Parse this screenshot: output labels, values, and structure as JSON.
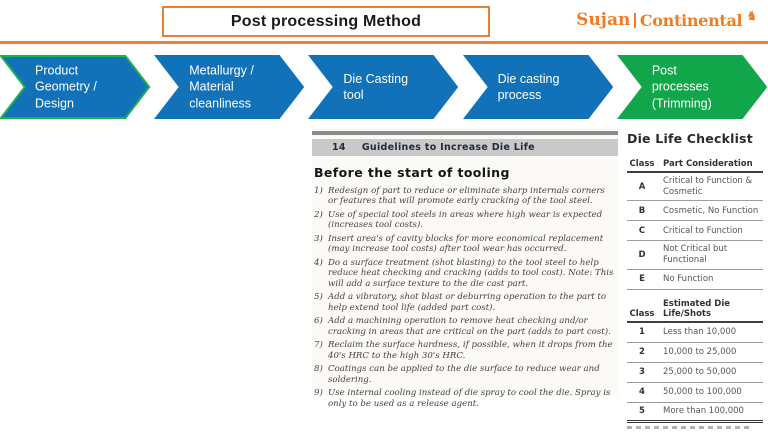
{
  "colors": {
    "accent_orange": "#E87E2F",
    "logo_orange": "#F07D26",
    "chevron_blue": "#1272B9",
    "chevron_green": "#12A64B",
    "chevron_outline_green": "#21B04B",
    "doc_header_gray": "#C9C9C9"
  },
  "header": {
    "title": "Post processing Method",
    "logo_left": "Sujan",
    "logo_right": "Continental",
    "logo_horse_glyph": "♞"
  },
  "process_flow": {
    "steps": [
      {
        "label": "Product\nGeometry /\nDesign",
        "color": "#1272B9"
      },
      {
        "label": "Metallurgy /\nMaterial\ncleanliness",
        "color": "#1272B9"
      },
      {
        "label": "Die Casting\ntool",
        "color": "#1272B9"
      },
      {
        "label": "Die casting\nprocess",
        "color": "#1272B9"
      },
      {
        "label": "Post\nprocesses\n(Trimming)",
        "color": "#12A64B"
      }
    ]
  },
  "document": {
    "section_number": "14",
    "section_title": "Guidelines to Increase Die Life",
    "subheading": "Before the start of tooling",
    "items": [
      {
        "num": "1)",
        "text": "Redesign of part to reduce or eliminate sharp internals corners or features that will promote early cracking of the tool steel."
      },
      {
        "num": "2)",
        "text": "Use of special tool steels in areas where high wear is expected (increases tool costs)."
      },
      {
        "num": "3)",
        "text": "Insert area's of cavity blocks for more economical replacement (may increase tool costs) after tool wear has occurred."
      },
      {
        "num": "4)",
        "text": "Do a surface treatment (shot blasting) to the tool steel to help reduce heat checking and cracking (adds to tool cost). Note: This will add a surface texture to the die cast part."
      },
      {
        "num": "5)",
        "text": "Add a vibratory, shot blast or deburring operation to the part to help extend tool life (added part cost)."
      },
      {
        "num": "6)",
        "text": "Add a machining operation to remove heat checking and/or cracking in areas that are critical on the part (adds to part cost)."
      },
      {
        "num": "7)",
        "text": "Reclaim the surface hardness, if possible, when it drops from the 40's HRC to the high 30's HRC."
      },
      {
        "num": "8)",
        "text": "Coatings can be applied to the die surface to reduce wear and soldering."
      },
      {
        "num": "9)",
        "text": "Use internal cooling instead of die spray to cool the die. Spray is only to be used as a release agent."
      }
    ]
  },
  "checklist": {
    "title": "Die Life Checklist",
    "part_table": {
      "class_header": "Class",
      "value_header": "Part Consideration",
      "rows": [
        {
          "class": "A",
          "value": "Critical to Function & Cosmetic"
        },
        {
          "class": "B",
          "value": "Cosmetic, No Function"
        },
        {
          "class": "C",
          "value": "Critical to Function"
        },
        {
          "class": "D",
          "value": "Not Critical but Functional"
        },
        {
          "class": "E",
          "value": "No Function"
        }
      ]
    },
    "life_table": {
      "class_header": "Class",
      "value_header": "Estimated Die Life/Shots",
      "rows": [
        {
          "class": "1",
          "value": "Less than 10,000"
        },
        {
          "class": "2",
          "value": "10,000 to 25,000"
        },
        {
          "class": "3",
          "value": "25,000 to 50,000"
        },
        {
          "class": "4",
          "value": "50,000 to 100,000"
        },
        {
          "class": "5",
          "value": "More than 100,000"
        }
      ]
    }
  }
}
